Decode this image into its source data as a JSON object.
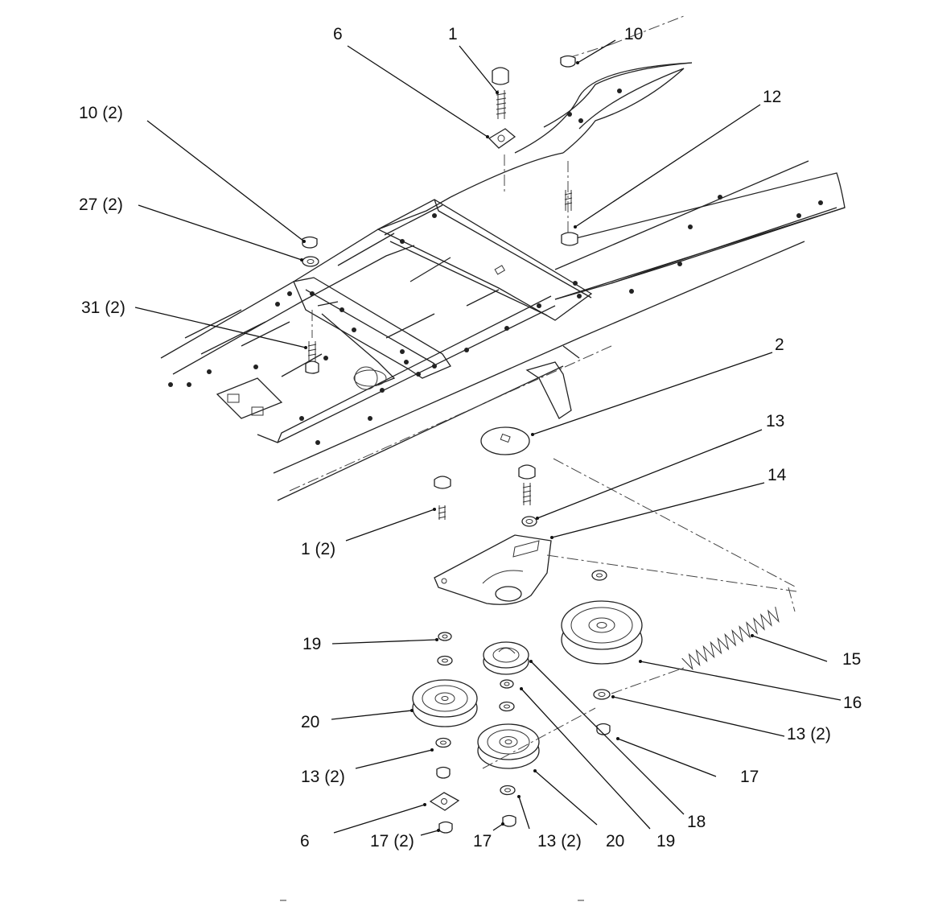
{
  "callouts": {
    "c_6_top": "6",
    "c_1_top": "1",
    "c_10_top": "10",
    "c_10_2": "10 (2)",
    "c_12": "12",
    "c_27_2": "27 (2)",
    "c_31_2": "31 (2)",
    "c_2": "2",
    "c_13": "13",
    "c_14": "14",
    "c_1_2": "1 (2)",
    "c_19_left": "19",
    "c_15": "15",
    "c_16": "16",
    "c_20_left": "20",
    "c_13_2_right": "13 (2)",
    "c_17_right": "17",
    "c_13_2_left": "13 (2)",
    "c_18": "18",
    "c_6_bottom": "6",
    "c_17_2": "17 (2)",
    "c_17_bottom": "17",
    "c_13_2_bottom": "13 (2)",
    "c_20_bottom": "20",
    "c_19_bottom": "19"
  }
}
